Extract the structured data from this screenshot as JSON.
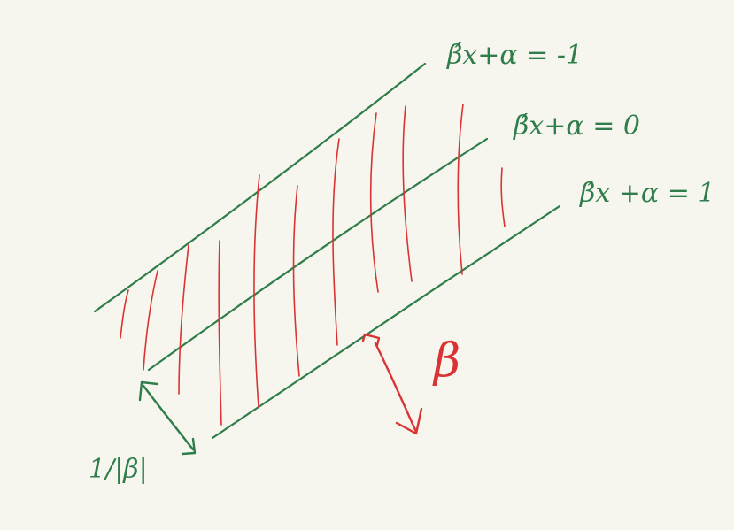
{
  "diagram": {
    "line_labels": {
      "upper": "β́x+α = -1",
      "middle": "β́x+α = 0",
      "lower": "β́x +α = 1"
    },
    "normal_label": "β",
    "margin_label": "1/|β|",
    "colors": {
      "boundary_lines": "#2e7d4a",
      "hatching": "#d93333",
      "background": "#f7f6ee"
    }
  }
}
